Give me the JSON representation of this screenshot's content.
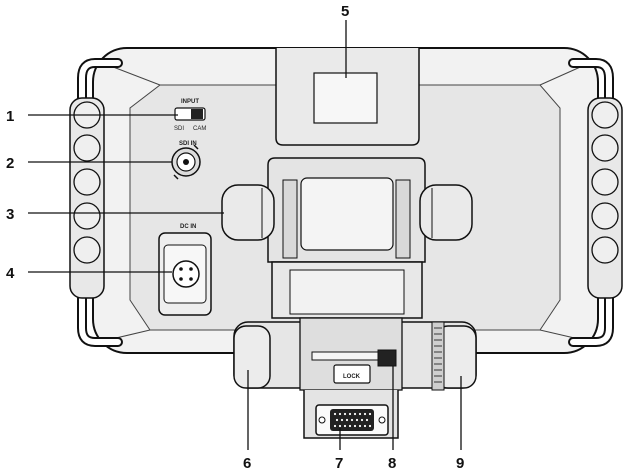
{
  "callouts": [
    {
      "id": "1",
      "label": "1"
    },
    {
      "id": "2",
      "label": "2"
    },
    {
      "id": "3",
      "label": "3"
    },
    {
      "id": "4",
      "label": "4"
    },
    {
      "id": "5",
      "label": "5"
    },
    {
      "id": "6",
      "label": "6"
    },
    {
      "id": "7",
      "label": "7"
    },
    {
      "id": "8",
      "label": "8"
    },
    {
      "id": "9",
      "label": "9"
    }
  ],
  "panel_labels": {
    "input": "INPUT",
    "sdi": "SDI",
    "cam": "CAM",
    "sdi_in": "SDI IN",
    "dc_in": "DC IN",
    "lock": "LOCK"
  }
}
